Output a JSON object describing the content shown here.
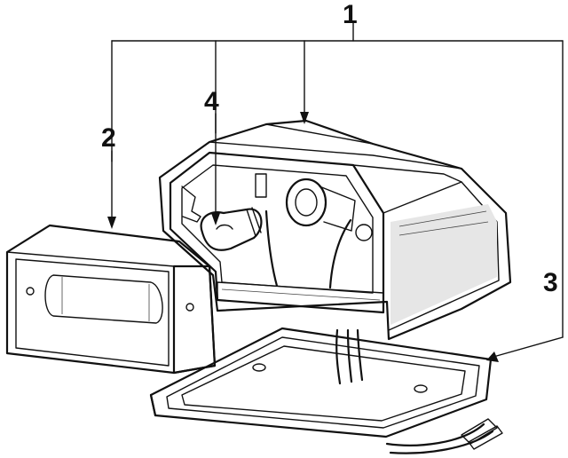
{
  "diagram": {
    "callouts": [
      {
        "id": "1",
        "label": "1"
      },
      {
        "id": "2",
        "label": "2"
      },
      {
        "id": "3",
        "label": "3"
      },
      {
        "id": "4",
        "label": "4"
      }
    ],
    "colors": {
      "ink": "#111111",
      "paper": "#ffffff",
      "shade": "#d9d9d9"
    }
  }
}
